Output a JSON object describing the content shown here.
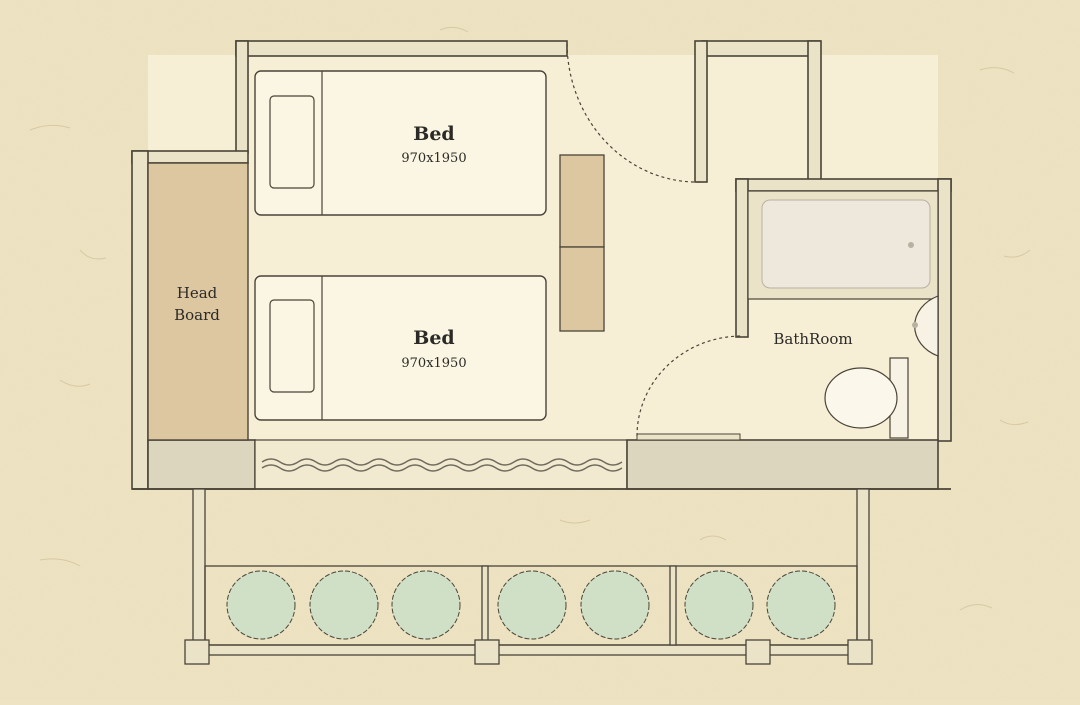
{
  "plan": {
    "beds": [
      {
        "label": "Bed",
        "size": "970x1950"
      },
      {
        "label": "Bed",
        "size": "970x1950"
      }
    ],
    "headboard": {
      "line1": "Head",
      "line2": "Board"
    },
    "bathroom": {
      "label": "BathRoom"
    }
  },
  "colors": {
    "paper": "#eee3c2",
    "floor": "#f6efd6",
    "wall": "#ebe3c8",
    "wall_stroke": "#4a4438",
    "headboard": "#dcc7a0",
    "shrub": "#cfe0c6",
    "window_band": "#dcd6bf"
  }
}
